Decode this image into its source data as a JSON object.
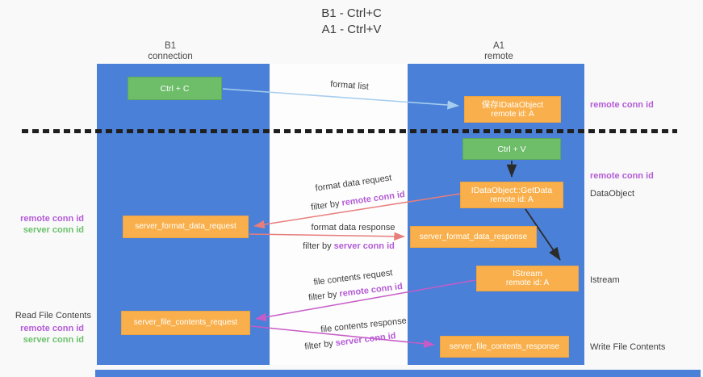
{
  "title": {
    "line1": "B1 - Ctrl+C",
    "line2": "A1 - Ctrl+V"
  },
  "lanes": {
    "left": {
      "title": "B1",
      "subtitle": "connection"
    },
    "right": {
      "title": "A1",
      "subtitle": "remote"
    }
  },
  "nodes": {
    "ctrl_c": {
      "label": "Ctrl + C"
    },
    "save_dataobject": {
      "line1": "保存IDataObject",
      "line2": "remote id: A"
    },
    "ctrl_v": {
      "label": "Ctrl + V"
    },
    "getdata": {
      "line1": "IDataObject::GetData",
      "line2": "remote id: A"
    },
    "server_format_data_request": {
      "label": "server_format_data_request"
    },
    "server_format_data_response": {
      "label": "server_format_data_response"
    },
    "istream": {
      "line1": "IStream",
      "line2": "remote id: A"
    },
    "server_file_contents_request": {
      "label": "server_file_contents_request"
    },
    "server_file_contents_response": {
      "label": "server_file_contents_response"
    }
  },
  "edge_labels": {
    "format_list": "format list",
    "format_data_request": "format data request",
    "format_data_response": "format data response",
    "file_contents_request": "file contents request",
    "file_contents_response": "file contents response",
    "filter_by": "filter by",
    "remote_conn_id": "remote conn id",
    "server_conn_id": "server conn id"
  },
  "side_labels": {
    "left_remote_conn_id": "remote conn id",
    "left_server_conn_id": "server conn id",
    "read_file_contents": "Read File Contents",
    "right_remote_conn_id_top": "remote conn id",
    "right_remote_conn_id_mid": "remote conn id",
    "dataobject": "DataObject",
    "istream": "Istream",
    "write_file_contents": "Write File Contents"
  },
  "colors": {
    "lane_blue": "#4a80d8",
    "node_orange": "#f9b04c",
    "node_green": "#6dbd69",
    "arrow_lightblue": "#a7cdee",
    "arrow_black": "#2b2b2b",
    "arrow_salmon": "#e87d7d",
    "arrow_magenta": "#c75bc7",
    "text_purple": "#b45bd6",
    "text_green": "#6cc06c"
  }
}
